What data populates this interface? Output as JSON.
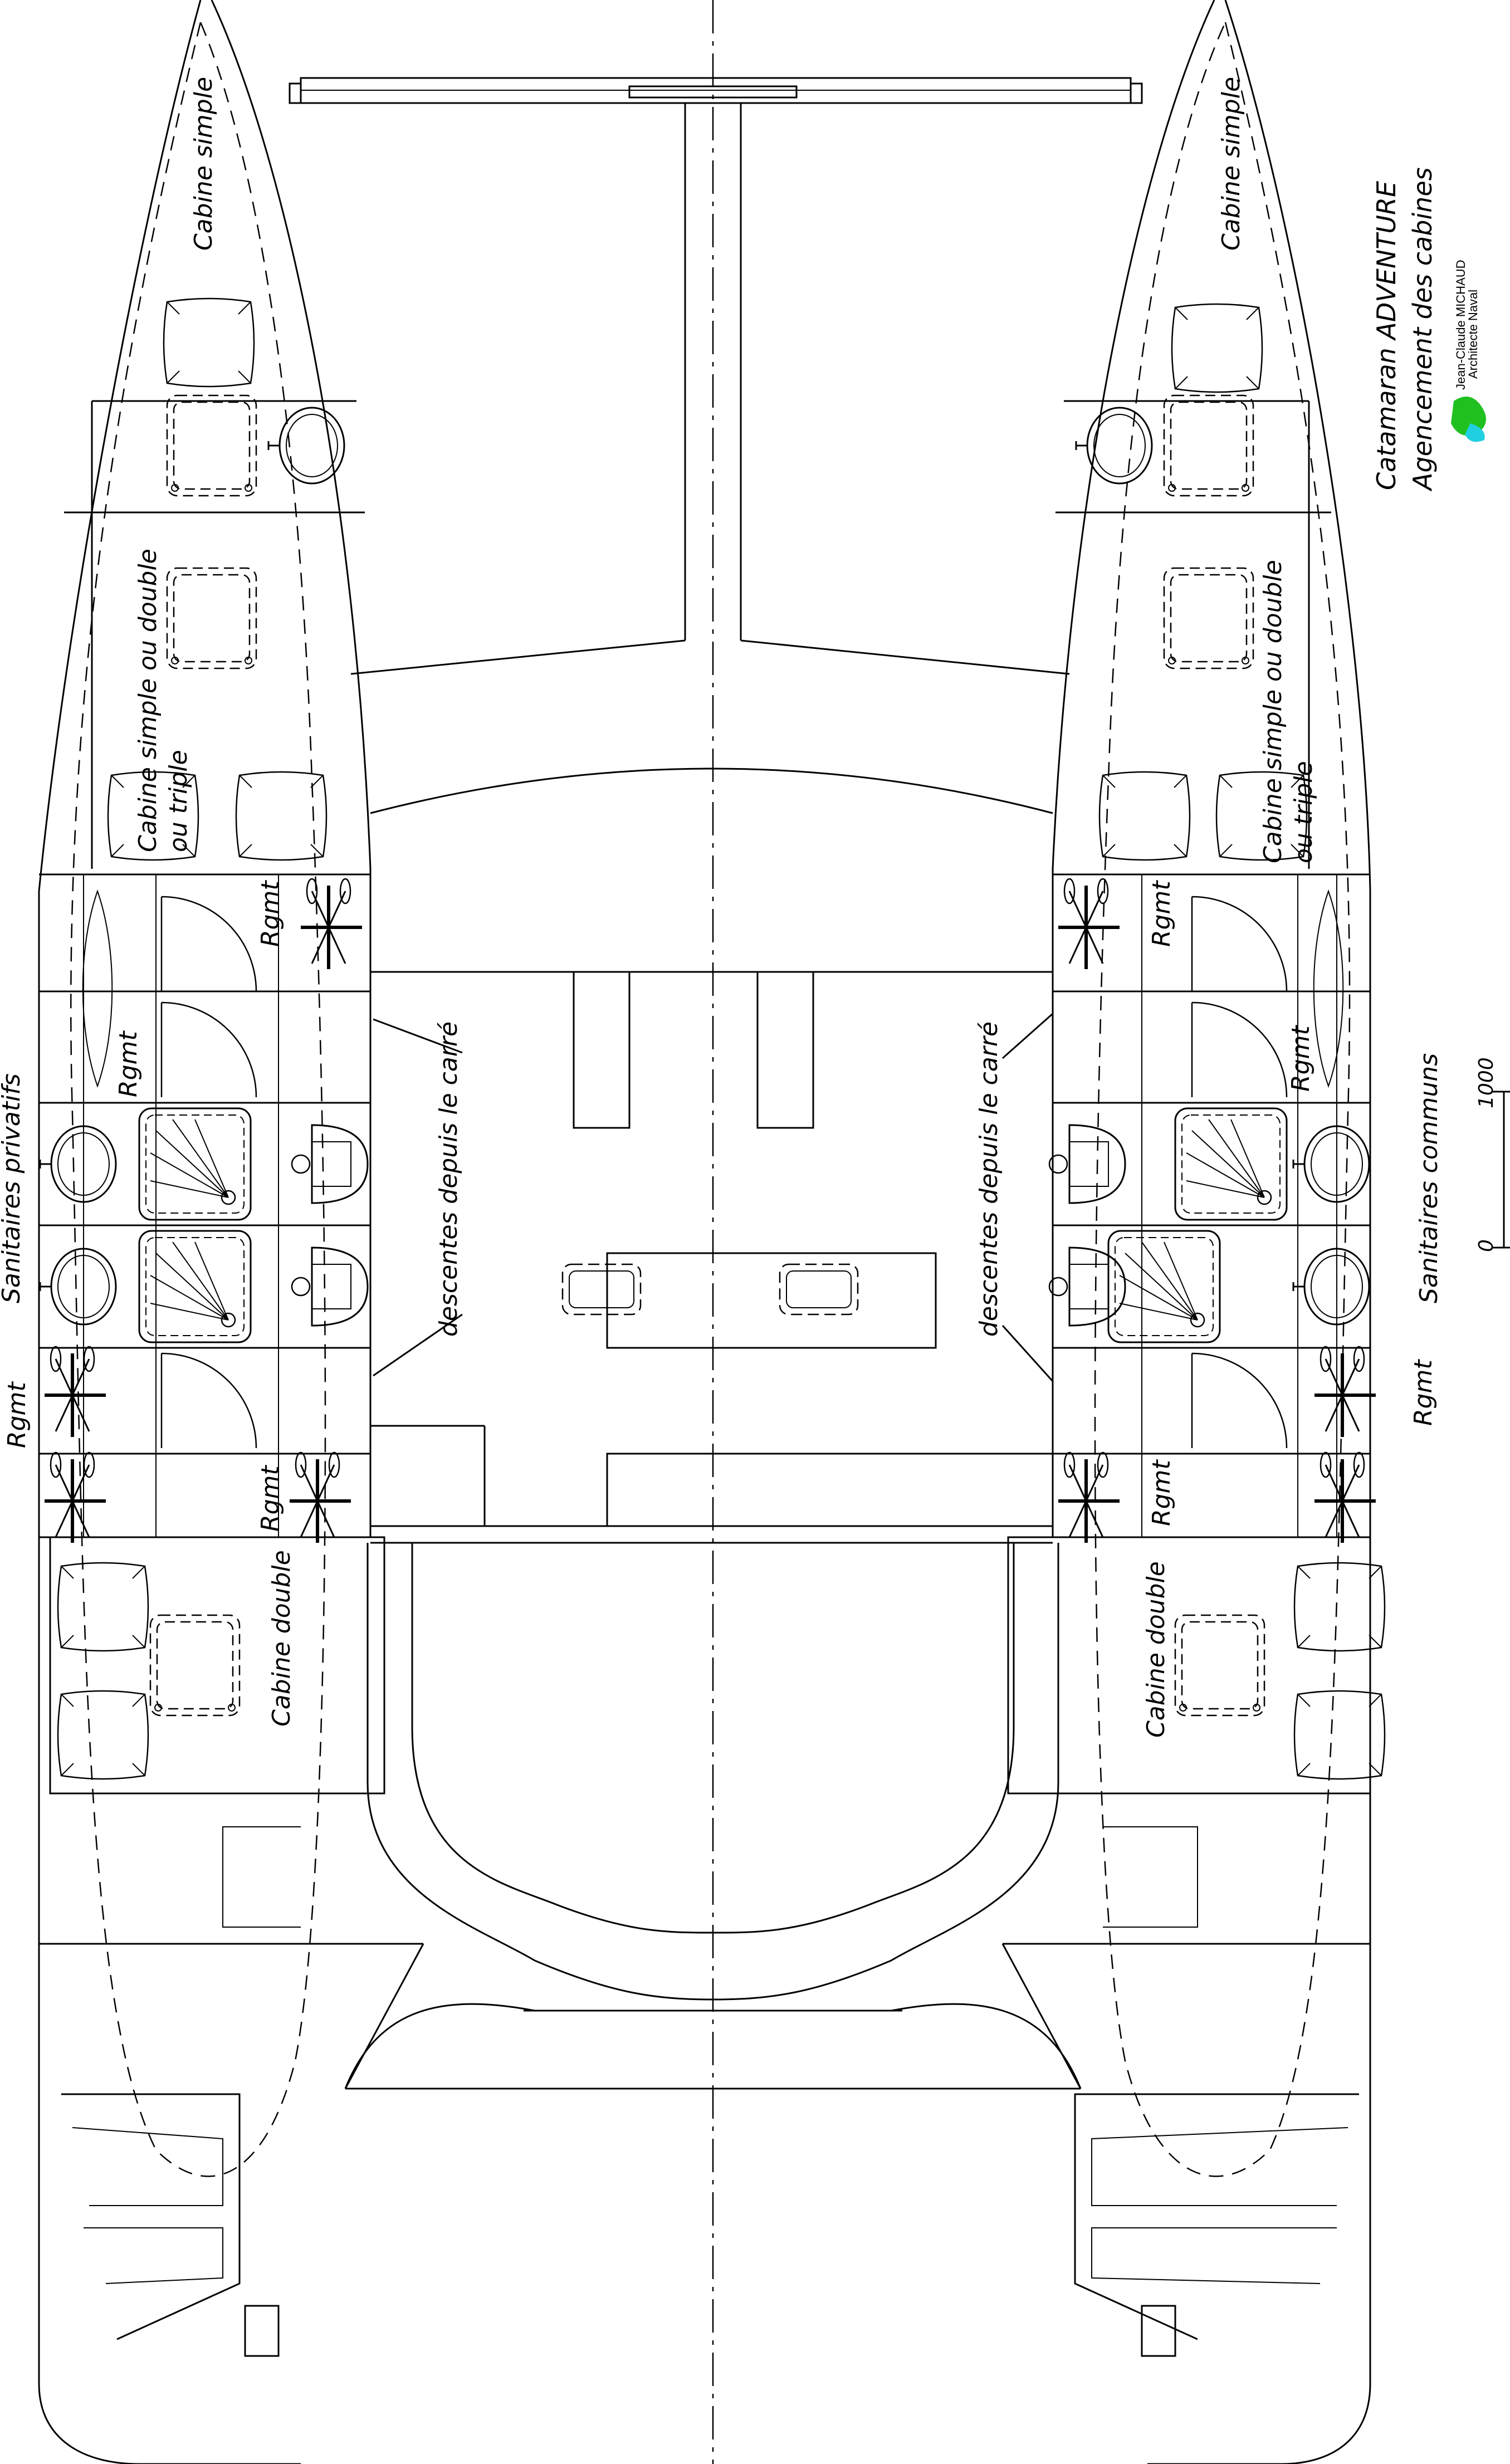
{
  "title": {
    "boat": "Catamaran ADVENTURE",
    "subtitle": "Agencement des cabines",
    "architect_name": "Jean-Claude MICHAUD",
    "architect_role": "Architecte Naval"
  },
  "labels": {
    "cabine_simple": "Cabine simple",
    "cabine_simple_double_triple_left_1": "Cabine simple ou double",
    "cabine_simple_double_triple_left_2": "ou triple",
    "cabine_simple_double_triple_right_1": "Cabine simple ou double",
    "cabine_simple_double_triple_right_2": "ou triple",
    "rgmt": "Rgmt",
    "descentes": "descentes depuis le carré",
    "sanitaires_privatifs": "Sanitaires privatifs",
    "sanitaires_communs": "Sanitaires communs",
    "cabine_double": "Cabine double"
  },
  "scale": {
    "zero": "0",
    "thousand": "1000"
  },
  "colors": {
    "line": "#000000",
    "logo_green": "#20c020",
    "logo_cyan": "#20d0e0"
  }
}
